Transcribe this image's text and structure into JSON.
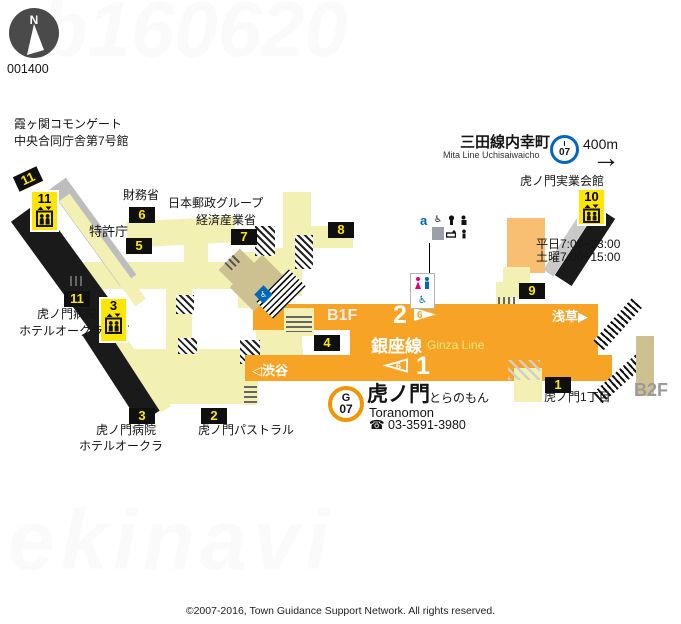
{
  "meta": {
    "plate_id": "001400",
    "compass_label": "N",
    "watermark_top": "b160620",
    "watermark_bottom": "ekinavi",
    "copyright": "©2007-2016, Town Guidance Support Network. All rights reserved."
  },
  "station": {
    "badge_letter": "G",
    "badge_number": "07",
    "name_ja": "虎ノ門",
    "name_kana": "とらのもん",
    "name_en": "Toranomon",
    "phone": "☎ 03-3591-3980"
  },
  "line": {
    "floor_upper": "B1F",
    "floor_lower": "B2F",
    "name_ja": "銀座線",
    "name_en": "Ginza Line",
    "platform_2": "2",
    "platform_1": "1",
    "dir_asakusa": "浅草▶",
    "dir_shibuya": "◁渋谷",
    "car_count_right": "6",
    "car_count_left": "6"
  },
  "transfer": {
    "name_ja": "三田線内幸町",
    "name_en": "Mita Line Uchisaiwaicho",
    "badge_letter": "I",
    "badge_number": "07",
    "distance": "400m",
    "arrow": "→"
  },
  "hours": {
    "weekday": "平日7:00~23:00",
    "saturday": "土曜7:00~15:00"
  },
  "exits": {
    "e1": "1",
    "e2": "2",
    "e3": "3",
    "e3_elev": "3",
    "e4": "4",
    "e5": "5",
    "e6": "6",
    "e7": "7",
    "e8": "8",
    "e9": "9",
    "e10_elev": "10",
    "e11_a": "11",
    "e11_b": "11",
    "e11_elev": "11"
  },
  "gates": {
    "a_label": "a"
  },
  "landmarks": {
    "kasumigaseki_commongate": "霞ヶ関コモンゲート",
    "chuo_godochosha": "中央合同庁舎第7号館",
    "zaimusho": "財務省",
    "tokkyocho": "特許庁",
    "nihon_yusei": "日本郵政グループ",
    "keizai_sangyosho": "経済産業省",
    "toranomon_jitsugyo_kaikan": "虎ノ門実業会館",
    "toranomon_hospital": "虎ノ門病院",
    "hotel_okura": "ホテルオークラ",
    "toranomon_pastoral": "虎ノ門パストラル",
    "toranomon_itchome": "虎ノ門1丁目"
  },
  "colors": {
    "ginza_orange": "#f7a326",
    "exit_yellow": "#ffe600",
    "mita_blue": "#0068b7",
    "corridor": "#f3f0b4"
  }
}
